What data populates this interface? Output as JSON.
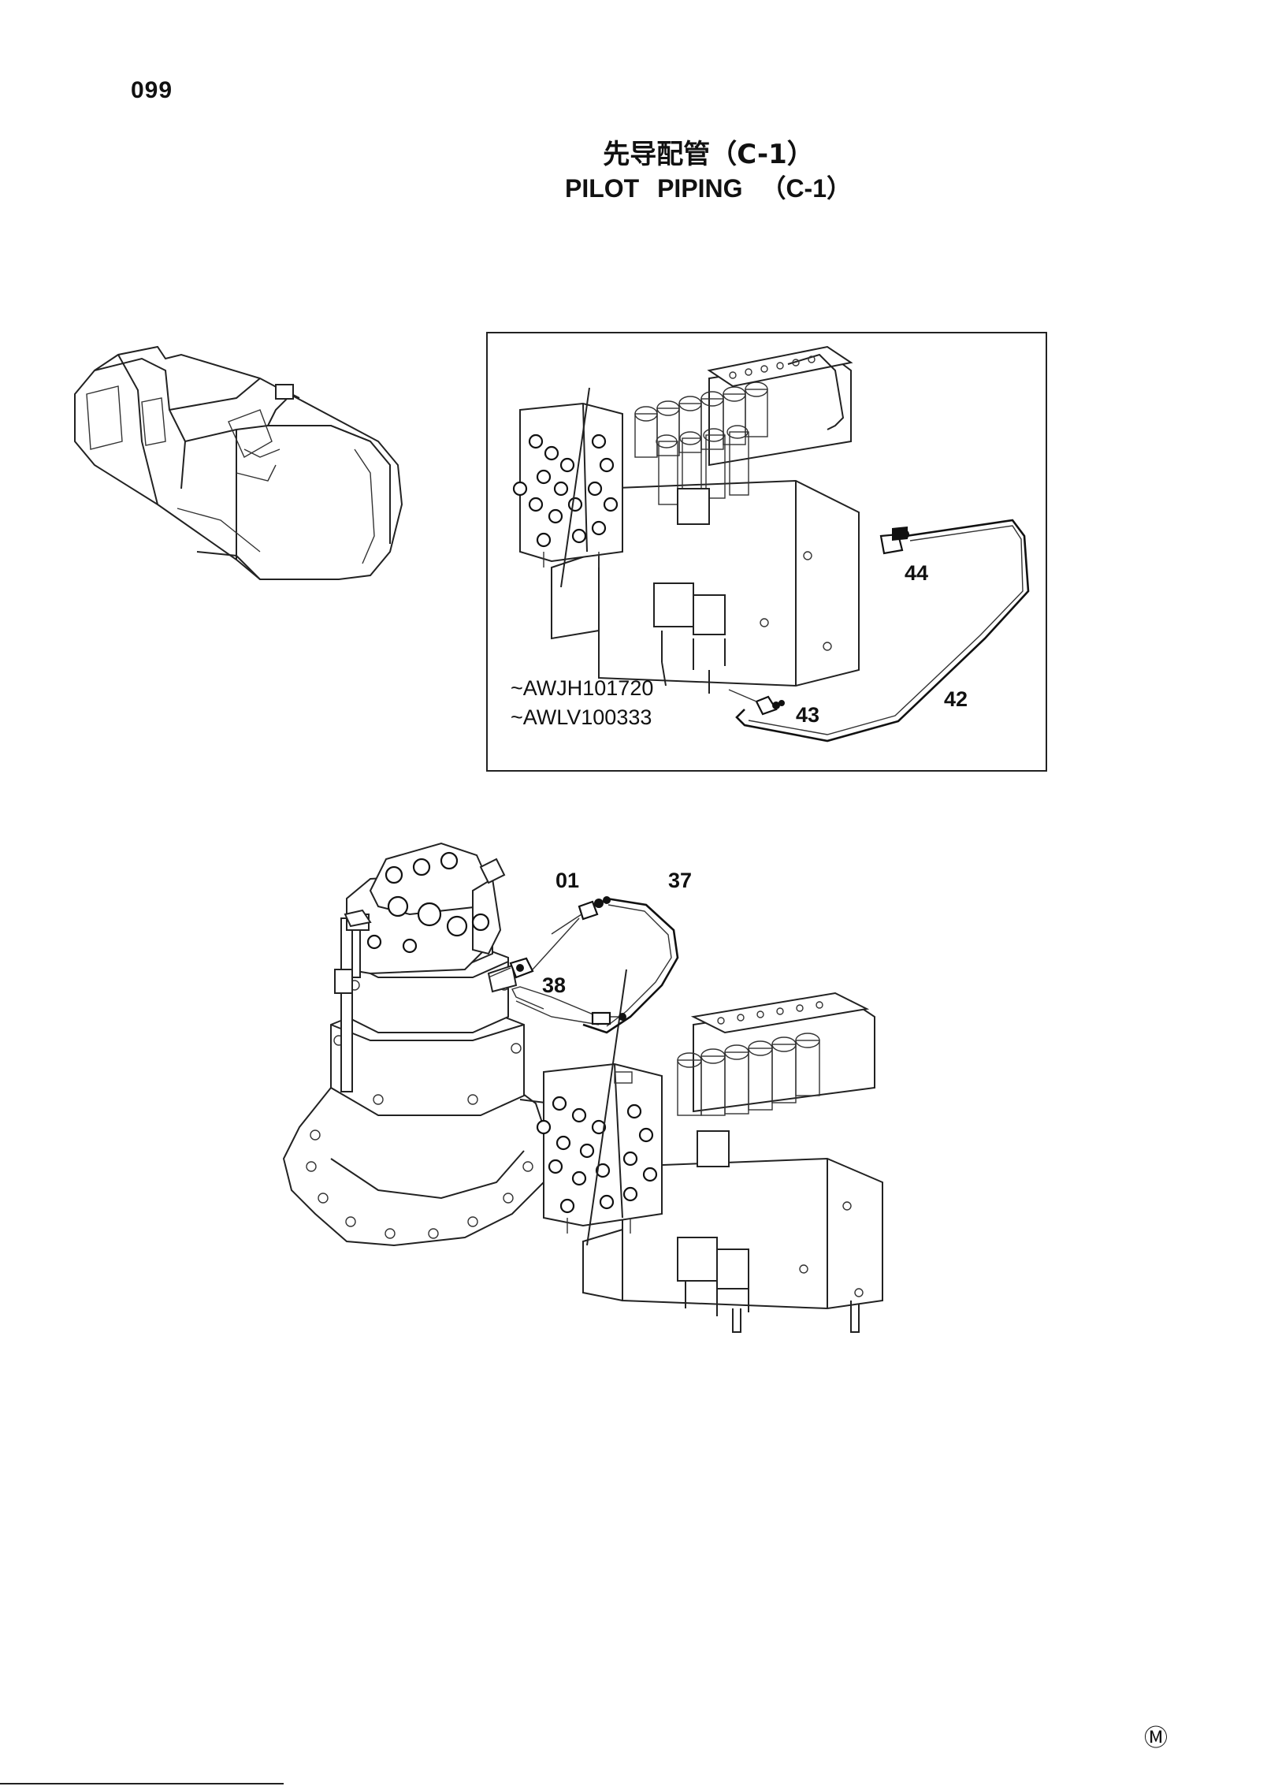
{
  "page_number": "099",
  "title": {
    "japanese": "先导配管（C-1）",
    "english": "PILOT  PIPING （C-1）"
  },
  "callouts": {
    "c44": "44",
    "c42": "42",
    "c43": "43",
    "c01": "01",
    "c37": "37",
    "c38": "38"
  },
  "serials": {
    "s1": "~AWJH101720",
    "s2": "~AWLV100333"
  },
  "footer_mark": "Ⓜ"
}
